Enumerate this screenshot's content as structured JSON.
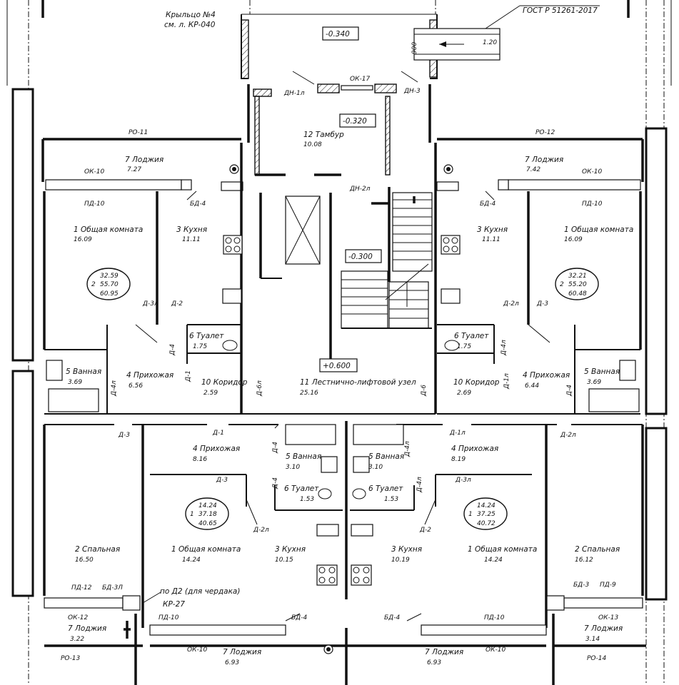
{
  "top_notes": {
    "porch_title": "Крыльцо №4",
    "porch_ref": "см. л. КР-040",
    "gost": "ГОСТ Р 51261-2017",
    "dim_900": "900",
    "dim_120": "1.20"
  },
  "levels": {
    "porch": "-0.340",
    "vestibule": "-0.320",
    "stair_landing": "-0.300",
    "stairhall": "+0.600"
  },
  "rooms": [
    {
      "id": "tambur",
      "name": "12 Тамбур",
      "area": "10.08"
    },
    {
      "id": "loggia-tl",
      "name": "7 Лоджия",
      "area": "7.27"
    },
    {
      "id": "loggia-tr",
      "name": "7 Лоджия",
      "area": "7.42"
    },
    {
      "id": "living-tl",
      "name": "1 Общая комната",
      "area": "16.09"
    },
    {
      "id": "kitchen-tl",
      "name": "3 Кухня",
      "area": "11.11"
    },
    {
      "id": "kitchen-tr",
      "name": "3 Кухня",
      "area": "11.11"
    },
    {
      "id": "living-tr",
      "name": "1 Общая комната",
      "area": "16.09"
    },
    {
      "id": "wc-tl",
      "name": "6 Туалет",
      "area": "1.75"
    },
    {
      "id": "wc-tr",
      "name": "6 Туалет",
      "area": "1.75"
    },
    {
      "id": "bath-tl",
      "name": "5 Ванная",
      "area": "3.69"
    },
    {
      "id": "hall-tl",
      "name": "4 Прихожая",
      "area": "6.56"
    },
    {
      "id": "corr-l",
      "name": "10 Коридор",
      "area": "2.59"
    },
    {
      "id": "stairhall",
      "name": "11 Лестнично-лифтовой узел",
      "area": "25.16"
    },
    {
      "id": "corr-r",
      "name": "10 Коридор",
      "area": "2.69"
    },
    {
      "id": "hall-tr",
      "name": "4 Прихожая",
      "area": "6.44"
    },
    {
      "id": "bath-tr",
      "name": "5 Ванная",
      "area": "3.69"
    },
    {
      "id": "hall-bl",
      "name": "4 Прихожая",
      "area": "8.16"
    },
    {
      "id": "bath-bl",
      "name": "5 Ванная",
      "area": "3.10"
    },
    {
      "id": "bath-br",
      "name": "5 Ванная",
      "area": "3.10"
    },
    {
      "id": "hall-br",
      "name": "4 Прихожая",
      "area": "8.19"
    },
    {
      "id": "wc-bl",
      "name": "6 Туалет",
      "area": "1.53"
    },
    {
      "id": "wc-br",
      "name": "6 Туалет",
      "area": "1.53"
    },
    {
      "id": "bed-bl",
      "name": "2 Спальная",
      "area": "16.50"
    },
    {
      "id": "living-bl",
      "name": "1 Общая комната",
      "area": "14.24"
    },
    {
      "id": "kitchen-bl",
      "name": "3 Кухня",
      "area": "10.15"
    },
    {
      "id": "kitchen-br",
      "name": "3 Кухня",
      "area": "10.19"
    },
    {
      "id": "living-br",
      "name": "1 Общая комната",
      "area": "14.24"
    },
    {
      "id": "bed-br",
      "name": "2 Спальная",
      "area": "16.12"
    },
    {
      "id": "loggia-bl",
      "name": "7 Лоджия",
      "area": "3.22"
    },
    {
      "id": "loggia-bc1",
      "name": "7 Лоджия",
      "area": "6.93"
    },
    {
      "id": "loggia-bc2",
      "name": "7 Лоджия",
      "area": "6.93"
    },
    {
      "id": "loggia-br",
      "name": "7 Лоджия",
      "area": "3.14"
    }
  ],
  "apartments": [
    {
      "id": "apt-tl",
      "living": "32.59",
      "rooms": "2",
      "total": "55.70",
      "area": "60.95"
    },
    {
      "id": "apt-tr",
      "living": "32.21",
      "rooms": "2",
      "total": "55.20",
      "area": "60.48"
    },
    {
      "id": "apt-bl",
      "living": "14.24",
      "rooms": "1",
      "total": "37.18",
      "area": "40.65"
    },
    {
      "id": "apt-br",
      "living": "14.24",
      "rooms": "1",
      "total": "37.25",
      "area": "40.72"
    }
  ],
  "marks": {
    "ok17": "ОК-17",
    "dn1l": "ДН-1л",
    "dn3": "ДН-3",
    "dn2l": "ДН-2л",
    "ro11": "РО-11",
    "ro12": "РО-12",
    "ok10": "ОК-10",
    "pd10": "ПД-10",
    "bd4": "БД-4",
    "d3l": "Д-3л",
    "d2": "Д-2",
    "d2l": "Д-2л",
    "d3": "Д-3",
    "d4": "Д-4",
    "d4l": "Д-4л",
    "d1": "Д-1",
    "d1l": "Д-1л",
    "d6": "Д-6",
    "d6l": "Д-6л",
    "pd12": "ПД-12",
    "bd3l": "БД-3Л",
    "bd3": "БД-3",
    "pd9": "ПД-9",
    "ok12": "ОК-12",
    "ok13": "ОК-13",
    "ro13": "РО-13",
    "ro14": "РО-14",
    "attic_note": "по Д2 (для чердака)",
    "kr27": "КР-27"
  }
}
